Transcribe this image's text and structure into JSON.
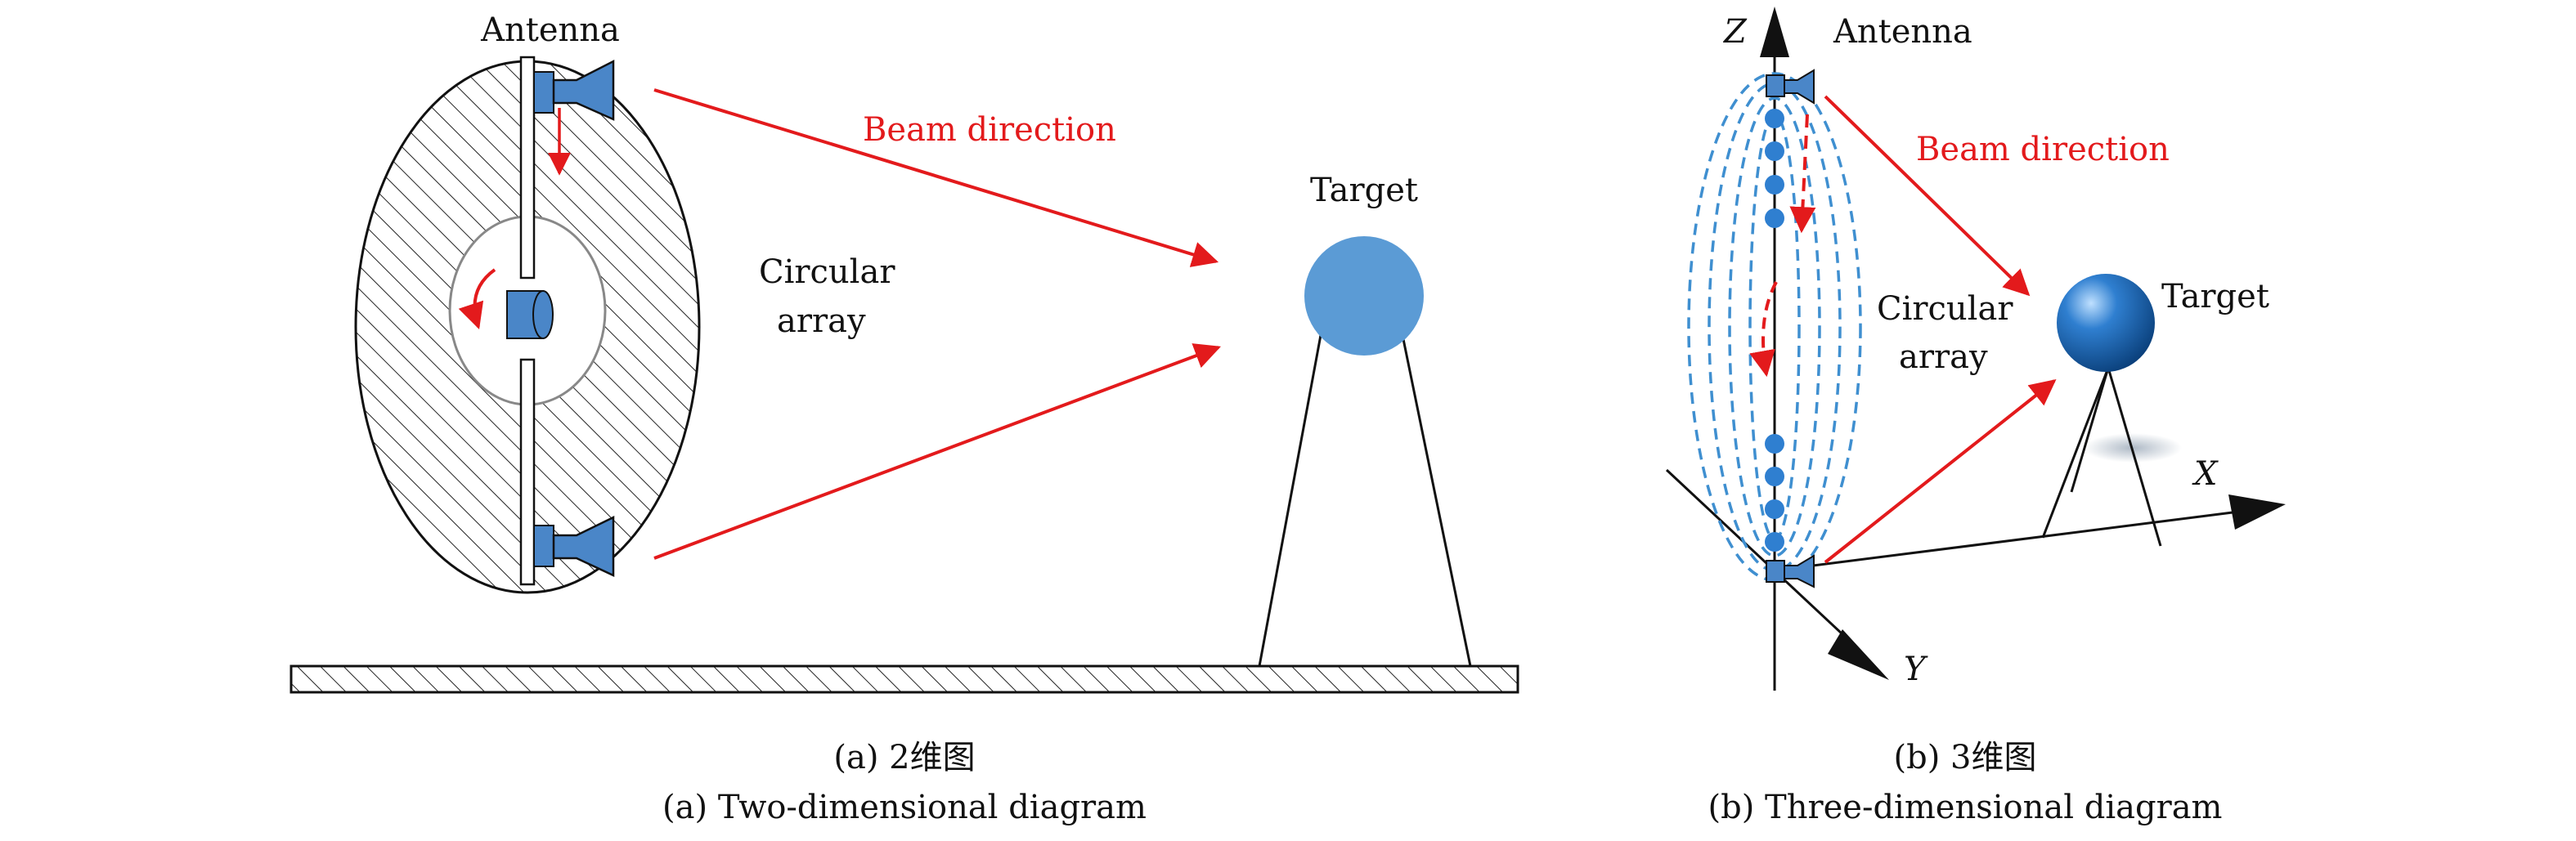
{
  "panel_a": {
    "antenna_label": "Antenna",
    "beam_label": "Beam direction",
    "target_label": "Target",
    "array_label_line1": "Circular",
    "array_label_line2": "array",
    "caption_line1": "(a) 2维图",
    "caption_line2": "(a) Two-dimensional diagram"
  },
  "panel_b": {
    "z_axis_label": "Z",
    "x_axis_label": "X",
    "y_axis_label": "Y",
    "antenna_label": "Antenna",
    "beam_label": "Beam direction",
    "target_label": "Target",
    "array_label_line1": "Circular",
    "array_label_line2": "array",
    "caption_line1": "(b) 3维图",
    "caption_line2": "(b) Three-dimensional diagram"
  },
  "colors": {
    "beam": "#e31a1c",
    "antenna_blue": "#4a86c8",
    "target_blue": "#5b9bd5",
    "dashed_blue": "#3f8fd0",
    "outline": "#111111"
  },
  "icons": {
    "antenna": "horn-antenna-icon",
    "target": "sphere-target-icon"
  }
}
